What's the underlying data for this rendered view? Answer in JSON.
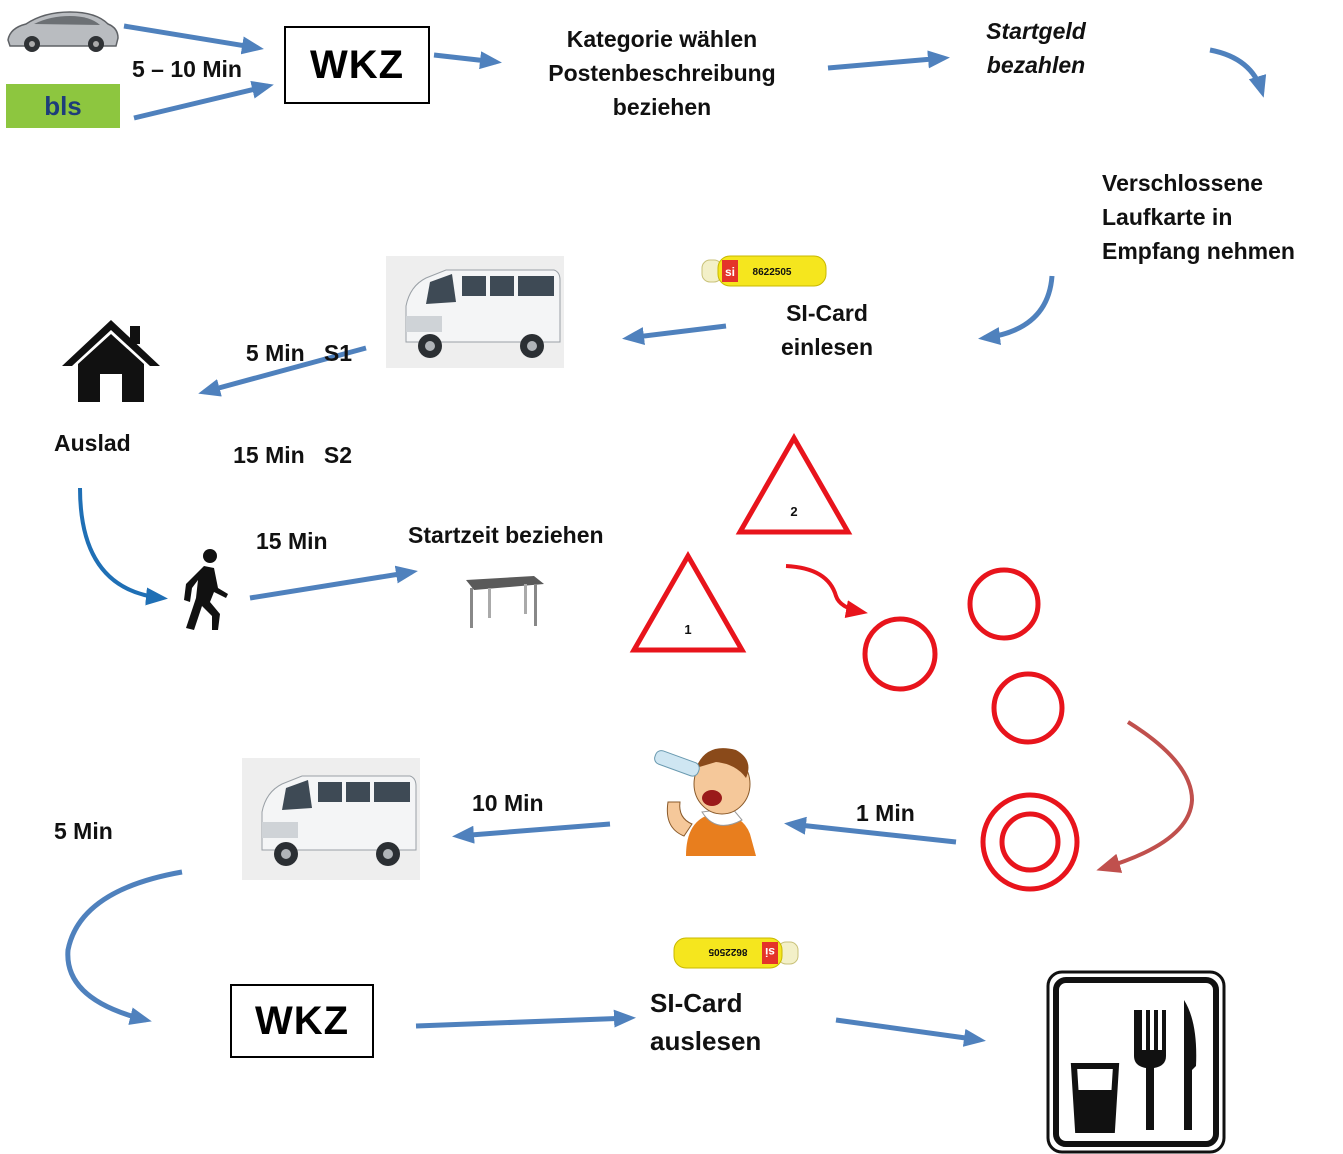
{
  "flow": {
    "bls_logo": "bls",
    "travel_time": "5 – 10 Min",
    "wkz_start": "WKZ",
    "kategorie": [
      "Kategorie wählen",
      "Postenbeschreibung",
      "beziehen"
    ],
    "startgeld": [
      "Startgeld",
      "bezahlen"
    ],
    "laufkarte": [
      "Verschlossene",
      "Laufkarte in",
      "Empfang nehmen"
    ],
    "si_card_number": "8622505",
    "si_einlesen": [
      "SI-Card",
      "einlesen"
    ],
    "bus_times": [
      "5 Min   S1",
      "15 Min   S2"
    ],
    "auslad": "Auslad",
    "walk_time": "15 Min",
    "startzeit": "Startzeit beziehen",
    "control_1": "1",
    "control_2": "2",
    "finish_time": "1 Min",
    "bus_return_time": "10 Min",
    "return_walk_time": "5 Min",
    "wkz_end": "WKZ",
    "si_auslesen": [
      "SI-Card",
      "auslesen"
    ]
  },
  "colors": {
    "arrow_blue": "#4f81bd",
    "arrow_dark_blue": "#1f6fb5",
    "control_red": "#e8141c",
    "arrow_red": "#e8141c",
    "arrow_brown": "#c0504d",
    "bls_green": "#8dc63f",
    "si_yellow": "#f5e61e"
  },
  "icons": [
    "car-icon",
    "bls-logo",
    "minibus-icon",
    "si-card-icon",
    "house-icon",
    "walking-person-icon",
    "table-icon",
    "drinking-person-icon",
    "restaurant-sign-icon"
  ]
}
